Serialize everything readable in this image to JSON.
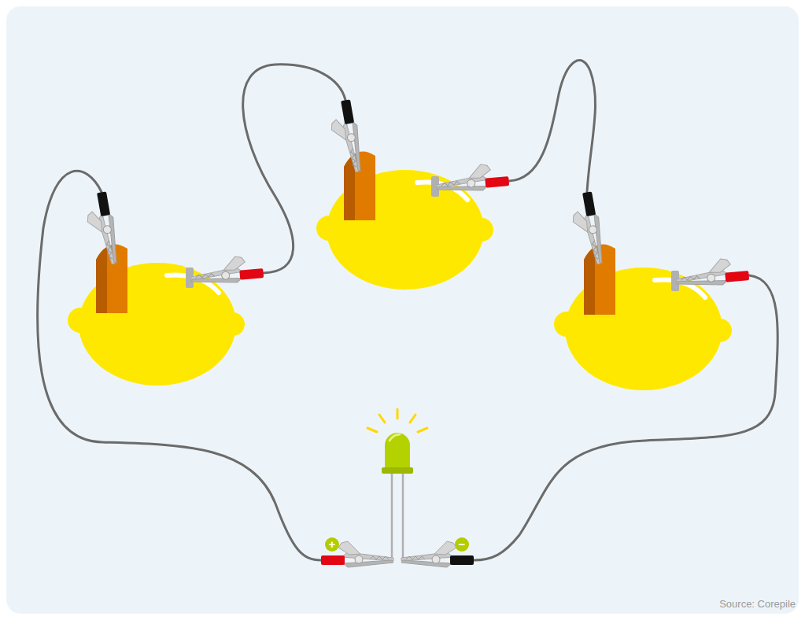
{
  "diagram": {
    "labels": [
      "+",
      "−",
      "Source: Corepile"
    ]
  }
}
